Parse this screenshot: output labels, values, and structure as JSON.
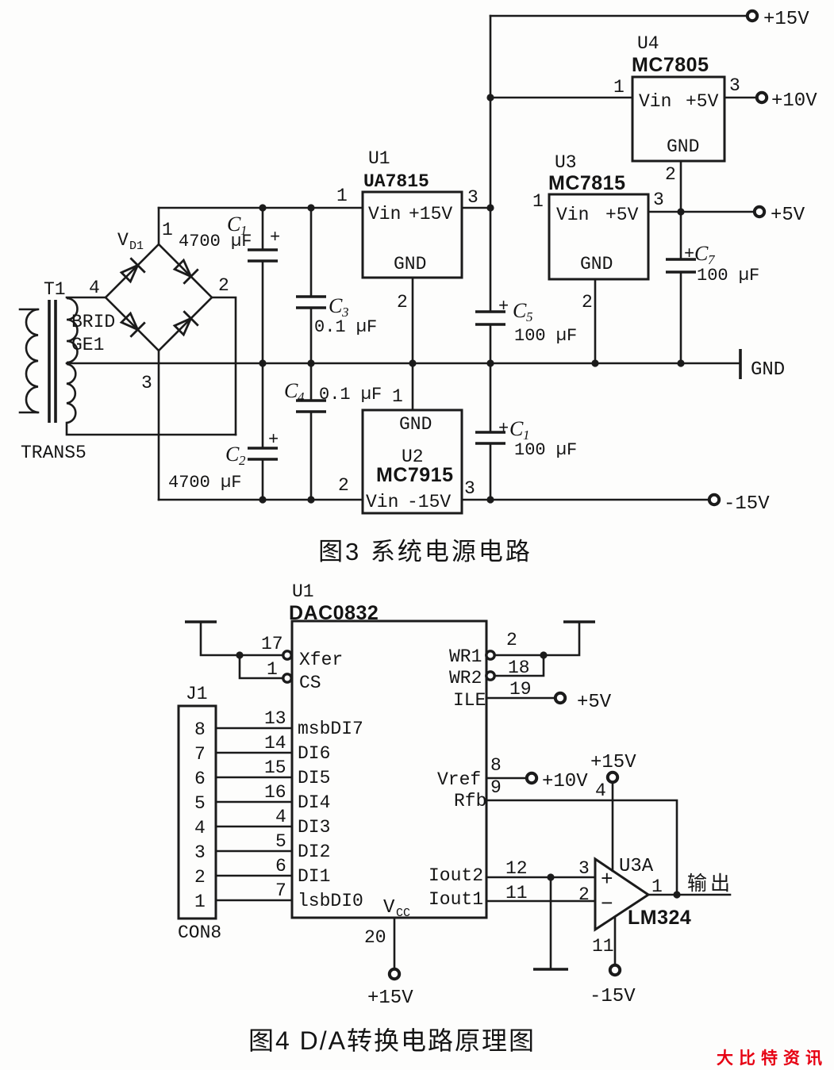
{
  "fig3": {
    "caption": "图3  系统电源电路",
    "rails": {
      "p15v": "+15V",
      "p10v": "+10V",
      "p5v": "+5V",
      "n15v": "-15V",
      "gnd": "GND"
    },
    "transformer": {
      "ref": "T1",
      "part": "TRANS5"
    },
    "bridge": {
      "ref_main": "V",
      "ref_sub": "D1",
      "part_line1": "BRID",
      "part_line2": "GE1",
      "pin1": "1",
      "pin2": "2",
      "pin3": "3",
      "pin4": "4"
    },
    "u1": {
      "ref": "U1",
      "part": "UA7815",
      "vin": "Vin",
      "vout": "+15V",
      "gnd": "GND",
      "pin1": "1",
      "pin2": "2",
      "pin3": "3"
    },
    "u2": {
      "ref": "U2",
      "part": "MC7915",
      "vin": "Vin",
      "vout": "-15V",
      "gnd": "GND",
      "pin1": "1",
      "pin2": "2",
      "pin3": "3"
    },
    "u3": {
      "ref": "U3",
      "part": "MC7815",
      "vin": "Vin",
      "vout": "+5V",
      "gnd": "GND",
      "pin1": "1",
      "pin2": "2",
      "pin3": "3"
    },
    "u4": {
      "ref": "U4",
      "part": "MC7805",
      "vin": "Vin",
      "vout": "+5V",
      "gnd": "GND",
      "pin1": "1",
      "pin2": "2",
      "pin3": "3"
    },
    "capacitors": {
      "c1_top": {
        "name": "C",
        "sub": "1",
        "value": "4700 µF",
        "polarity": "+"
      },
      "c2": {
        "name": "C",
        "sub": "2",
        "value": "4700 µF",
        "polarity": "+"
      },
      "c3": {
        "name": "C",
        "sub": "3",
        "value": "0.1 µF"
      },
      "c4": {
        "name": "C",
        "sub": "4",
        "value": "0.1 µF"
      },
      "c5": {
        "name": "C",
        "sub": "5",
        "value": "100 µF",
        "polarity": "+"
      },
      "c1_bottom": {
        "name": "C",
        "sub": "1",
        "value": "100 µF",
        "polarity": "+"
      },
      "c7": {
        "name": "C",
        "sub": "7",
        "value": "100 µF",
        "polarity": "+"
      }
    }
  },
  "fig4": {
    "caption": "图4  D/A转换电路原理图",
    "dac": {
      "ref": "U1",
      "part": "DAC0832",
      "left_pins": [
        {
          "num": "17",
          "name": "Xfer"
        },
        {
          "num": "1",
          "name": "CS"
        },
        {
          "num": "13",
          "name": "msbDI7"
        },
        {
          "num": "14",
          "name": "DI6"
        },
        {
          "num": "15",
          "name": "DI5"
        },
        {
          "num": "16",
          "name": "DI4"
        },
        {
          "num": "4",
          "name": "DI3"
        },
        {
          "num": "5",
          "name": "DI2"
        },
        {
          "num": "6",
          "name": "DI1"
        },
        {
          "num": "7",
          "name": "lsbDI0"
        }
      ],
      "right_pins": [
        {
          "num": "2",
          "name": "WR1"
        },
        {
          "num": "18",
          "name": "WR2"
        },
        {
          "num": "19",
          "name": "ILE"
        },
        {
          "num": "8",
          "name": "Vref"
        },
        {
          "num": "9",
          "name": "Rfb"
        },
        {
          "num": "12",
          "name": "Iout2"
        },
        {
          "num": "11",
          "name": "Iout1"
        }
      ],
      "vcc_main": "V",
      "vcc_sub": "CC",
      "vcc_num": "20",
      "vcc_rail": "+15V"
    },
    "connector": {
      "ref": "J1",
      "part": "CON8",
      "pins": [
        "8",
        "7",
        "6",
        "5",
        "4",
        "3",
        "2",
        "1"
      ]
    },
    "rails": {
      "ile": "+5V",
      "vref": "+10V"
    },
    "opamp": {
      "ref": "U3A",
      "part": "LM324",
      "plus": "+",
      "minus": "−",
      "pin1": "1",
      "pin2": "2",
      "pin3": "3",
      "pin4": "4",
      "pin11": "11",
      "vplus": "+15V",
      "vminus": "-15V"
    },
    "output_label": "输出"
  },
  "watermark": "大比特资讯"
}
